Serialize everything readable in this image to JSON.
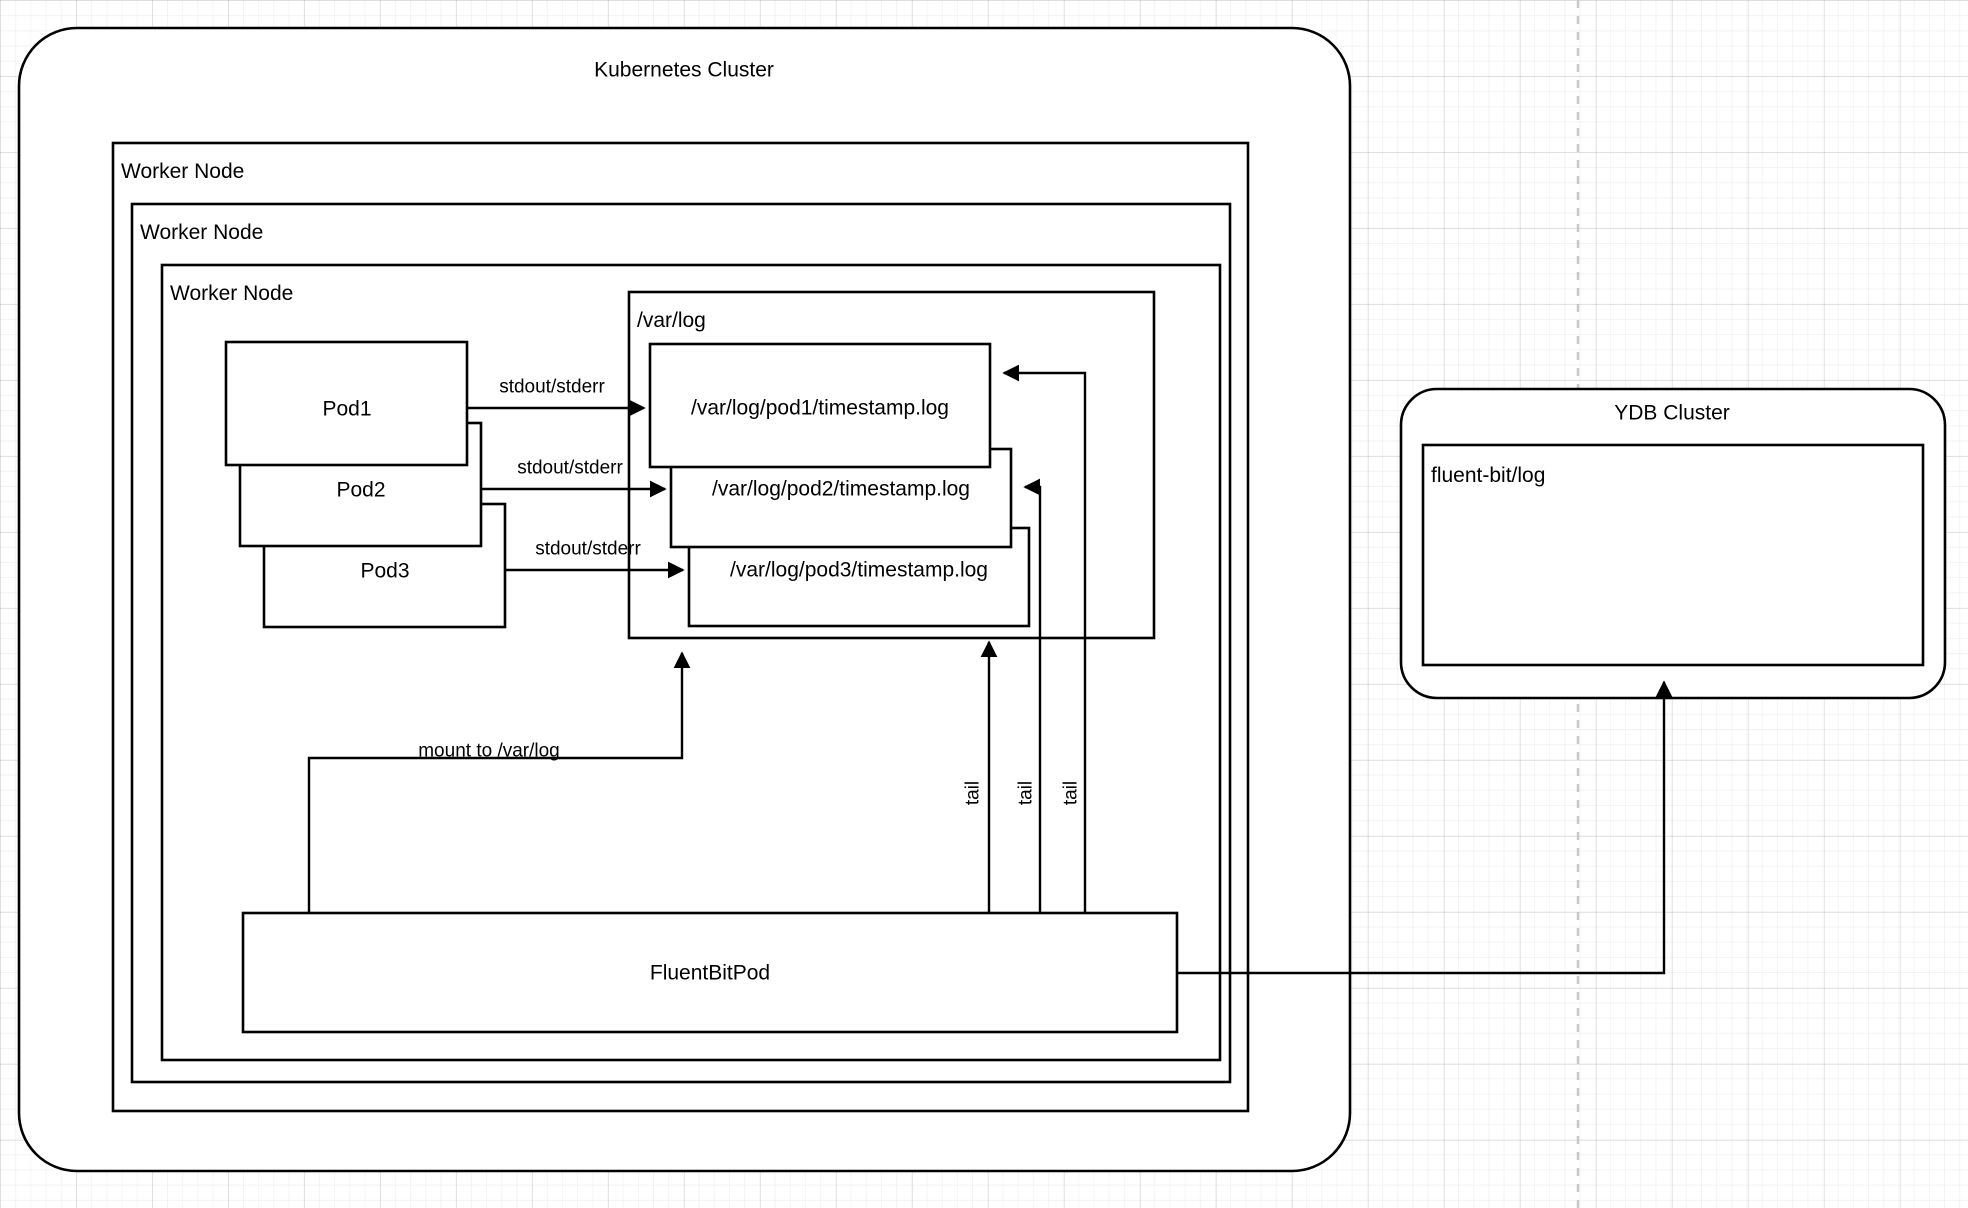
{
  "diagram": {
    "title": "Kubernetes logging to YDB architecture",
    "type": "architecture-diagram",
    "background": {
      "grid": true,
      "page_break_line": true
    },
    "colors": {
      "stroke": "#000000",
      "fill": "#FFFFFF",
      "grid": "#E6E6E6",
      "page_break": "#C8C8C8"
    }
  },
  "clusters": {
    "kubernetes": {
      "label": "Kubernetes Cluster"
    },
    "ydb": {
      "label": "YDB Cluster"
    }
  },
  "nodes": {
    "worker_outer": {
      "label": "Worker Node"
    },
    "worker_middle": {
      "label": "Worker Node"
    },
    "worker_inner": {
      "label": "Worker Node"
    }
  },
  "pods": [
    {
      "label": "Pod1"
    },
    {
      "label": "Pod2"
    },
    {
      "label": "Pod3"
    }
  ],
  "varlog": {
    "label": "/var/log"
  },
  "logfiles": [
    {
      "label": "/var/log/pod1/timestamp.log"
    },
    {
      "label": "/var/log/pod2/timestamp.log"
    },
    {
      "label": "/var/log/pod3/timestamp.log"
    }
  ],
  "fluentbit": {
    "label": "FluentBitPod"
  },
  "ydb_table": {
    "label": "fluent-bit/log"
  },
  "edges": {
    "stdout_labels": [
      {
        "label": "stdout/stderr"
      },
      {
        "label": "stdout/stderr"
      },
      {
        "label": "stdout/stderr"
      }
    ],
    "mount": {
      "label": "mount to /var/log"
    },
    "tail_labels": [
      {
        "label": "tail"
      },
      {
        "label": "tail"
      },
      {
        "label": "tail"
      }
    ]
  }
}
